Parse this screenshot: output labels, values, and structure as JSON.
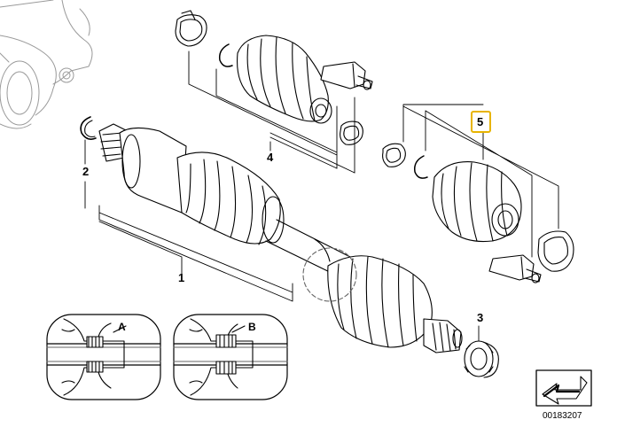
{
  "diagram": {
    "callouts": [
      {
        "id": "p1",
        "label": "1"
      },
      {
        "id": "p2",
        "label": "2"
      },
      {
        "id": "p3",
        "label": "3"
      },
      {
        "id": "p4",
        "label": "4"
      },
      {
        "id": "p5",
        "label": "5"
      }
    ],
    "insets": [
      {
        "id": "inset-a",
        "label": "A"
      },
      {
        "id": "inset-b",
        "label": "B"
      }
    ],
    "reference_number": "00183207",
    "highlight_color": "#e8b400"
  }
}
